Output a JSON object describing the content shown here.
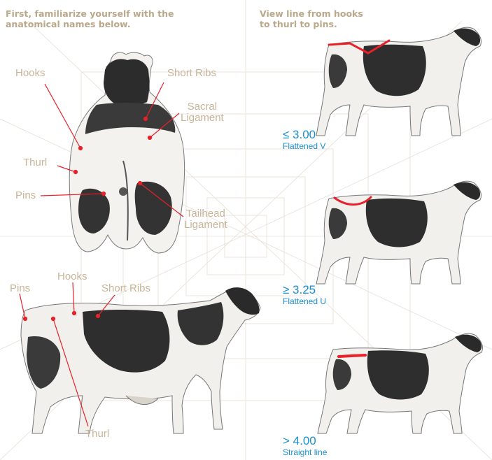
{
  "intro": {
    "left_heading": "First, familiarize yourself with the\nanatomical names below.",
    "right_heading": "View line from hooks\nto thurl to pins."
  },
  "rear_view": {
    "labels": {
      "hooks": "Hooks",
      "short_ribs": "Short Ribs",
      "sacral_ligament": "Sacral\nLigament",
      "thurl": "Thurl",
      "pins": "Pins",
      "tailhead_ligament": "Tailhead\nLigament"
    }
  },
  "side_view": {
    "labels": {
      "pins": "Pins",
      "hooks": "Hooks",
      "short_ribs": "Short Ribs",
      "thurl": "Thurl"
    }
  },
  "scores": [
    {
      "value": "≤ 3.00",
      "description": "Flattened V"
    },
    {
      "value": "≥ 3.25",
      "description": "Flattened U"
    },
    {
      "value": "> 4.00",
      "description": "Straight line"
    }
  ],
  "colors": {
    "heading": "#b9a88a",
    "label": "#c8b496",
    "pointer": "#e8202a",
    "score": "#1a8fd1",
    "guide": "#e6e0d6"
  },
  "icons": [
    "cow-rear-illustration",
    "cow-side-illustration",
    "topline-marker"
  ]
}
